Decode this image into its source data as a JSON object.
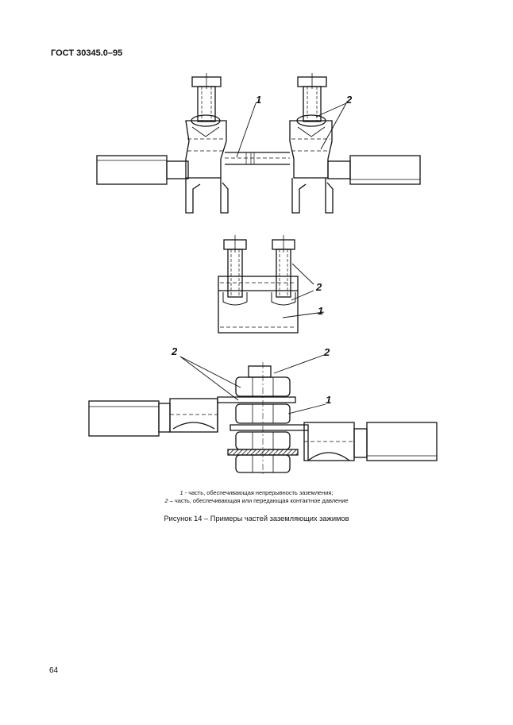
{
  "header": {
    "doc_code": "ГОСТ 30345.0–95"
  },
  "figure": {
    "labels": {
      "top_part1": "1",
      "top_part2": "2",
      "mid_part2": "2",
      "mid_part1": "1",
      "bot_left2": "2",
      "bot_right2": "2",
      "bot_part1": "1"
    },
    "legend": [
      {
        "num": "1",
        "text": " - часть, обеспечивающая непрерывность заземления;"
      },
      {
        "num": "2",
        "text": " – часть, обеспечивающая или передающая контактное давление"
      }
    ],
    "caption": "Рисунок 14 – Примеры частей заземляющих зажимов"
  },
  "footer": {
    "page_number": "64"
  }
}
